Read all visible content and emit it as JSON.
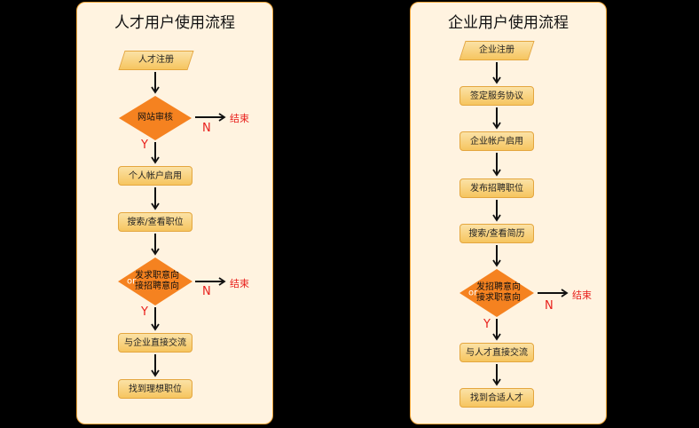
{
  "left": {
    "title": "人才用户使用流程",
    "start": "人才注册",
    "review": "网站审核",
    "no_label": "N",
    "end_label": "结束",
    "yes_label": "Y",
    "activate": "个人帐户启用",
    "search": "搜索/查看职位",
    "decision_or": "or",
    "decision_line1": "发求职意向",
    "decision_line2": "接招聘意向",
    "contact": "与企业直接交流",
    "result": "找到理想职位"
  },
  "right": {
    "title": "企业用户使用流程",
    "start": "企业注册",
    "agreement": "签定服务协议",
    "activate": "企业帐户启用",
    "publish": "发布招聘职位",
    "search": "搜索/查看简历",
    "decision_or": "or",
    "decision_line1": "发招聘意向",
    "decision_line2": "接求职意向",
    "no_label": "N",
    "end_label": "结束",
    "yes_label": "Y",
    "contact": "与人才直接交流",
    "result": "找到合适人才"
  },
  "colors": {
    "panel_bg": "#fff3e0",
    "panel_border": "#f0a63a",
    "box_fill": "#f6c55f",
    "diamond_fill": "#f58220",
    "label_red": "#e8201c"
  }
}
